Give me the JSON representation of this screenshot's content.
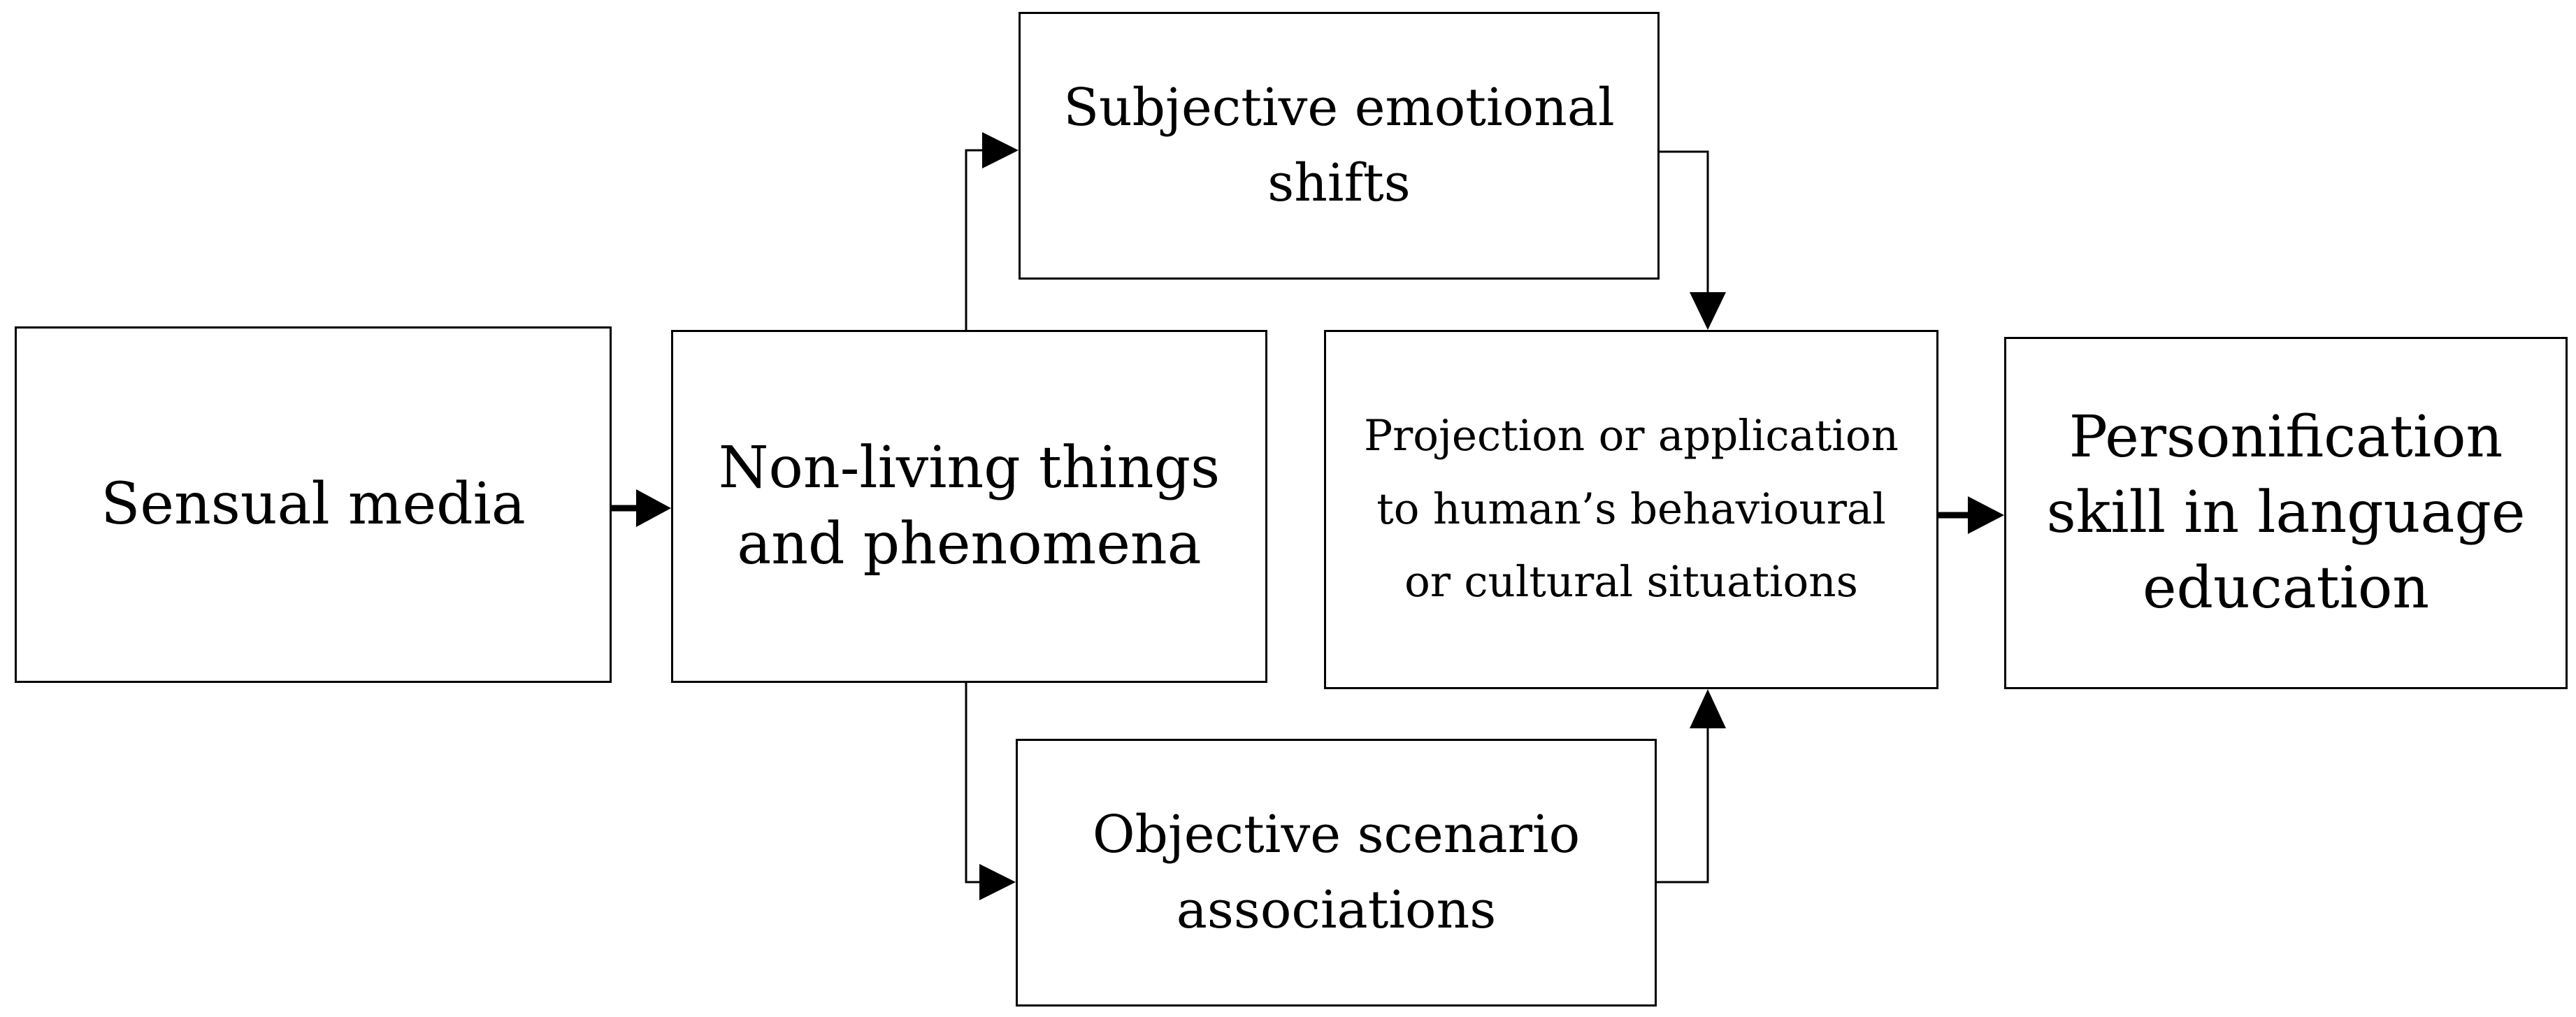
{
  "diagram": {
    "nodes": {
      "sensual": "Sensual media",
      "nonliving": "Non-living things\nand phenomena",
      "subjective": "Subjective emotional\nshifts",
      "objective": "Objective scenario\nassociations",
      "projection": "Projection or application\nto human’s behavioural\nor cultural situations",
      "personification": "Personification\nskill in language\neducation"
    },
    "edges": [
      {
        "from": "sensual",
        "to": "nonliving"
      },
      {
        "from": "nonliving",
        "to": "subjective"
      },
      {
        "from": "nonliving",
        "to": "objective"
      },
      {
        "from": "subjective",
        "to": "projection"
      },
      {
        "from": "objective",
        "to": "projection"
      },
      {
        "from": "projection",
        "to": "personification"
      }
    ],
    "colors": {
      "line": "#000000",
      "box_fill": "#ffffff"
    }
  }
}
